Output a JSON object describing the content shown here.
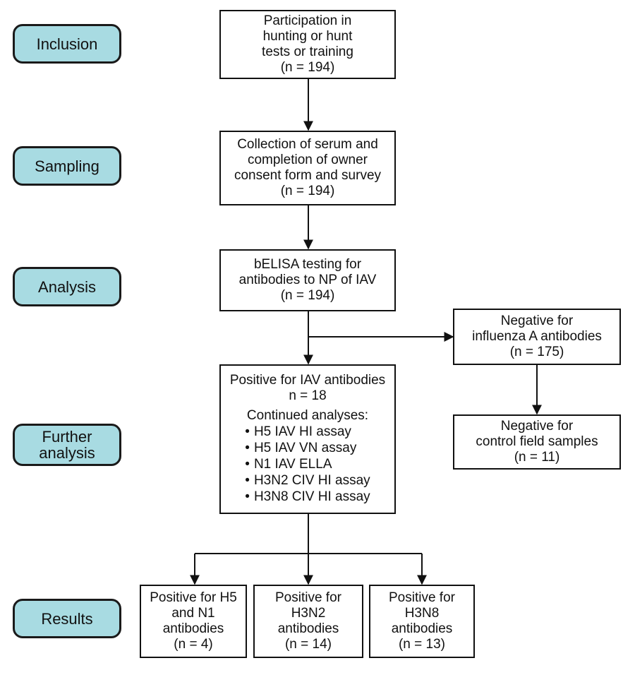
{
  "stages": {
    "inclusion": "Inclusion",
    "sampling": "Sampling",
    "analysis": "Analysis",
    "further_analysis": [
      "Further",
      "analysis"
    ],
    "results": "Results"
  },
  "boxes": {
    "participation": [
      "Participation in",
      "hunting or hunt",
      "tests or training",
      "(n = 194)"
    ],
    "collection": [
      "Collection of serum and",
      "completion of owner",
      "consent form and survey",
      "(n = 194)"
    ],
    "belisa": [
      "bELISA testing for",
      "antibodies to NP of IAV",
      "(n = 194)"
    ],
    "negative_influenza": [
      "Negative for",
      "influenza A antibodies",
      "(n = 175)"
    ],
    "negative_control": [
      "Negative for",
      "control field samples",
      "(n = 11)"
    ],
    "positive_iav": {
      "lines": [
        "Positive for IAV antibodies",
        "n = 18"
      ],
      "continued_label": "Continued analyses:",
      "analyses": [
        "H5 IAV HI assay",
        "H5 IAV VN assay",
        "N1 IAV ELLA",
        "H3N2 CIV HI assay",
        "H3N8 CIV HI assay"
      ]
    },
    "positive_h5n1": [
      "Positive for H5",
      "and N1",
      "antibodies",
      "(n = 4)"
    ],
    "positive_h3n2": [
      "Positive for",
      "H3N2",
      "antibodies",
      "(n = 14)"
    ],
    "positive_h3n8": [
      "Positive for",
      "H3N8",
      "antibodies",
      "(n = 13)"
    ]
  }
}
